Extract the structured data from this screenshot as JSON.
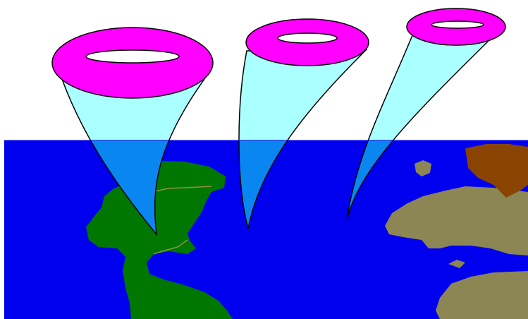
{
  "scene": {
    "description_shown": false,
    "colors": {
      "sky": "#ffffff",
      "sea": "#0000ee",
      "funnel_above_sea": "#aaffff",
      "funnel_below_sea": "#0a86f0",
      "ring_fill": "#ff00ff",
      "ring_hole": "#ffffff",
      "outline": "#000000",
      "landmass_green": "#007700",
      "landmass_green_border": "#8f9147",
      "landmass_tan": "#8c8654",
      "landmass_brown": "#884400"
    },
    "funnels": [
      {
        "name": "funnel-left"
      },
      {
        "name": "funnel-middle"
      },
      {
        "name": "funnel-right"
      }
    ],
    "landmasses": [
      {
        "name": "green-landmass"
      },
      {
        "name": "tan-landmass"
      },
      {
        "name": "brown-landmass"
      }
    ]
  }
}
